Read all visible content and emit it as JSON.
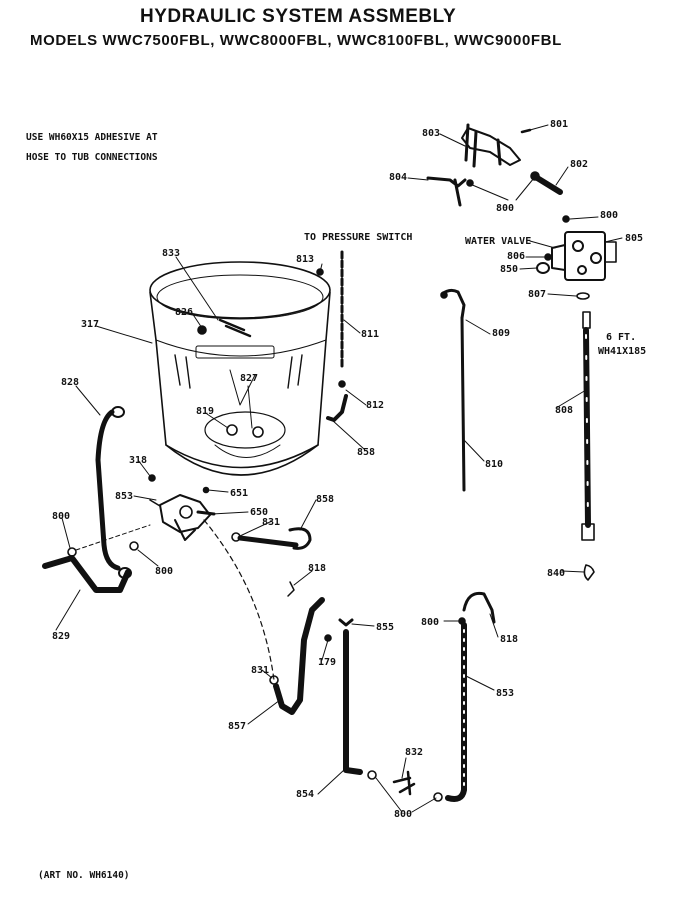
{
  "header": {
    "title": "HYDRAULIC SYSTEM ASSMEBLY",
    "models": "MODELS  WWC7500FBL,  WWC8000FBL, WWC8100FBL, WWC9000FBL"
  },
  "note": {
    "line1": "USE WH60X15 ADHESIVE AT",
    "line2": "HOSE TO TUB CONNECTIONS"
  },
  "annotations": {
    "pressure_switch": "TO PRESSURE SWITCH",
    "water_valve": "WATER VALVE",
    "hose_length": "6 FT.",
    "hose_part": "WH41X185"
  },
  "parts": {
    "p801": "801",
    "p803": "803",
    "p802": "802",
    "p804": "804",
    "p800_top": "800",
    "p800_valve": "800",
    "p805": "805",
    "p806": "806",
    "p850": "850",
    "p807": "807",
    "p833": "833",
    "p813": "813",
    "p826": "826",
    "p317": "317",
    "p811": "811",
    "p809": "809",
    "p808": "808",
    "p812": "812",
    "p827": "827",
    "p819": "819",
    "p828": "828",
    "p858_a": "858",
    "p810": "810",
    "p318": "318",
    "p853_a": "853",
    "p651": "651",
    "p858_b": "858",
    "p800_l": "800",
    "p650": "650",
    "p831_a": "831",
    "p800_m": "800",
    "p840": "840",
    "p829": "829",
    "p818_a": "818",
    "p855": "855",
    "p800_r": "800",
    "p818_b": "818",
    "p179": "179",
    "p831_b": "831",
    "p853_b": "853",
    "p857": "857",
    "p832": "832",
    "p854": "854",
    "p800_bottom": "800"
  },
  "footer": {
    "art_no": "(ART NO. WH6140)"
  }
}
